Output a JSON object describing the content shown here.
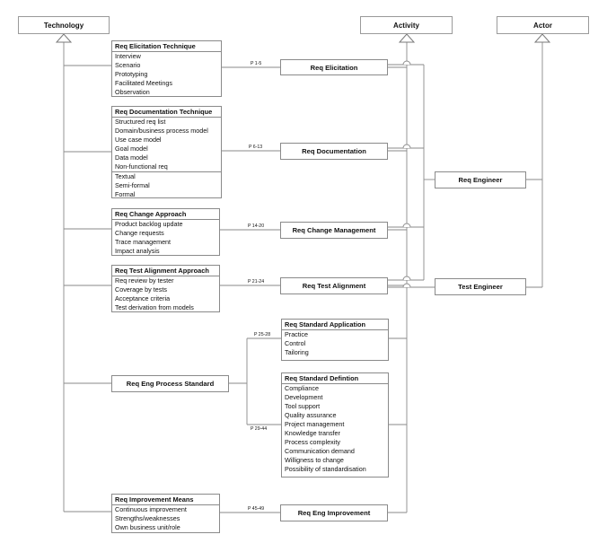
{
  "headers": {
    "technology": "Technology",
    "activity": "Activity",
    "actor": "Actor"
  },
  "classes": {
    "elicitation_technique": {
      "title": "Req Elicitation Technique",
      "items": [
        "Interview",
        "Scenario",
        "Prototyping",
        "Facilitated Meetings",
        "Observation"
      ]
    },
    "documentation_technique": {
      "title": "Req Documentation Technique",
      "items": [
        "Structured req list",
        "Domain/business process model",
        "Use case model",
        "Goal model",
        "Data model",
        "Non-functional req",
        "Textual",
        "Semi-formal",
        "Formal"
      ]
    },
    "change_approach": {
      "title": "Req Change Approach",
      "items": [
        "Product backlog update",
        "Change requests",
        "Trace management",
        "Impact analysis"
      ]
    },
    "test_alignment_approach": {
      "title": "Req Test Alignment Approach",
      "items": [
        "Req review by tester",
        "Coverage by tests",
        "Acceptance criteria",
        "Test derivation from models"
      ]
    },
    "standard_application": {
      "title": "Req Standard Application",
      "items": [
        "Practice",
        "Control",
        "Tailoring"
      ]
    },
    "standard_definition": {
      "title": "Req Standard Defintion",
      "items": [
        "Compliance",
        "Development",
        "Tool support",
        "Quality assurance",
        "Project management",
        "Knowledge transfer",
        "Process complexity",
        "Communication demand",
        "Willigness to change",
        "Possibility of standardisation"
      ]
    },
    "improvement_means": {
      "title": "Req Improvement Means",
      "items": [
        "Continuous improvement",
        "Strengths/weaknesses",
        "Own business unit/role"
      ]
    }
  },
  "activities": {
    "elicitation": "Req Elicitation",
    "documentation": "Req Documentation",
    "change_management": "Req Change Management",
    "test_alignment": "Req Test Alignment",
    "improvement": "Req Eng Improvement"
  },
  "actors": {
    "req_engineer": "Req Engineer",
    "test_engineer": "Test Engineer"
  },
  "standard": "Req Eng Process Standard",
  "page_labels": {
    "p1": "P 1-5",
    "p2": "P 6-13",
    "p3": "P 14-20",
    "p4": "P 21-24",
    "p5": "P 25-28",
    "p6": "P 29-44",
    "p7": "P 45-49"
  }
}
